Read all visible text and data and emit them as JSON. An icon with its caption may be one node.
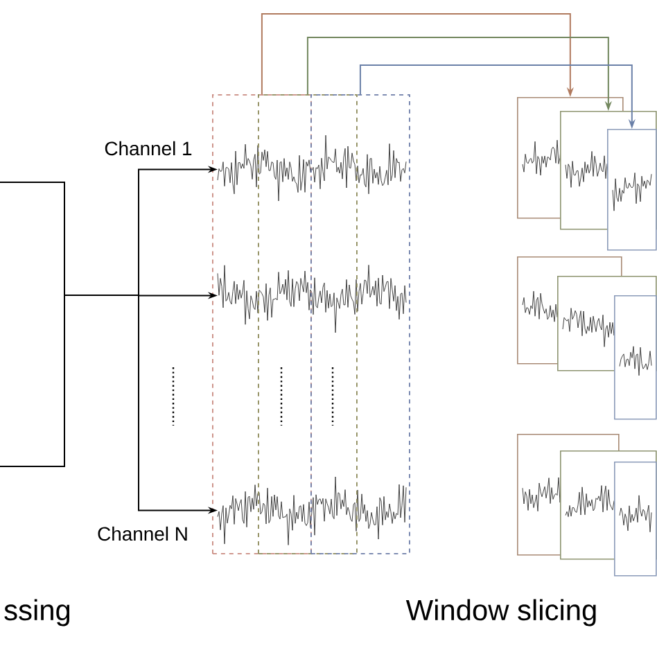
{
  "diagram": {
    "nodes": [
      {
        "text": [],
        "shape": "box"
      },
      {
        "text": [],
        "shape": "picture",
        "beside": [
          "Channel 1"
        ]
      },
      {
        "text": [],
        "shape": "picture"
      },
      {
        "text": [],
        "shape": "picture",
        "beside": [
          "Channel N"
        ]
      },
      {
        "text": [],
        "shape": "box"
      },
      {
        "text": [],
        "shape": "box"
      },
      {
        "text": [],
        "shape": "box"
      },
      {
        "text": [],
        "shape": "box"
      },
      {
        "text": [],
        "shape": "box"
      },
      {
        "text": [],
        "shape": "box"
      },
      {
        "text": [],
        "shape": "box"
      },
      {
        "text": [],
        "shape": "box"
      },
      {
        "text": [],
        "shape": "box"
      },
      {
        "text": [],
        "shape": "box"
      },
      {
        "text": [],
        "shape": "box"
      },
      {
        "text": [],
        "shape": "box"
      }
    ],
    "edges": [
      {
        "from": 0,
        "to": 1,
        "arrow": "to"
      },
      {
        "from": 0,
        "to": 2,
        "arrow": "to"
      },
      {
        "from": 0,
        "to": 3,
        "arrow": "to"
      },
      {
        "from": 4,
        "to": 7,
        "arrow": "to",
        "color": "#b07a5e"
      },
      {
        "from": 5,
        "to": 8,
        "arrow": "to",
        "color": "#72875e"
      },
      {
        "from": 6,
        "to": 9,
        "arrow": "to",
        "color": "#6a80a8"
      }
    ],
    "labels": [
      "ssing",
      "Window slicing"
    ]
  }
}
